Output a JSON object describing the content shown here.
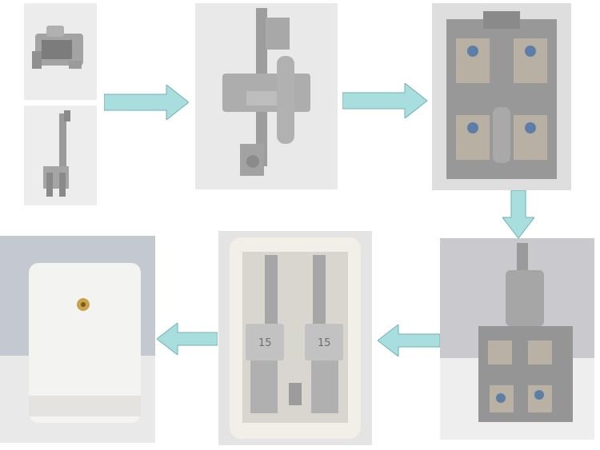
{
  "figure": {
    "photos": [
      {
        "id": "photo-1a",
        "content": "handle-cap-part"
      },
      {
        "id": "photo-1b",
        "content": "lever-arm-part"
      },
      {
        "id": "photo-2",
        "content": "assembled-lever"
      },
      {
        "id": "photo-3",
        "content": "terminal-base"
      },
      {
        "id": "photo-4",
        "content": "lever-in-base"
      },
      {
        "id": "photo-5",
        "content": "switch-in-housing"
      },
      {
        "id": "photo-6",
        "content": "closed-switch-box"
      }
    ],
    "ratings": {
      "left": "15",
      "right": "15"
    },
    "arrow_color": "#a9dede",
    "arrow_stroke": "#6fb2b2"
  }
}
